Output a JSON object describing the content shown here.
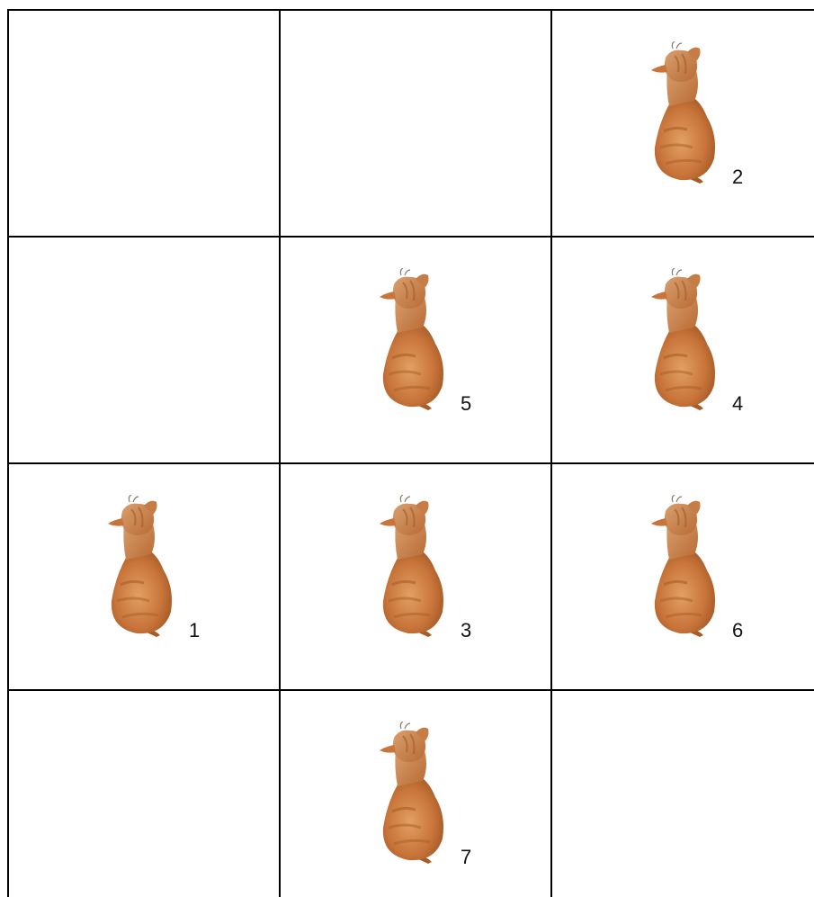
{
  "grid": {
    "rows": [
      [
        {
          "label": null
        },
        {
          "label": null
        },
        {
          "label": "2",
          "icon": "cat-icon"
        }
      ],
      [
        {
          "label": null
        },
        {
          "label": "5",
          "icon": "cat-icon"
        },
        {
          "label": "4",
          "icon": "cat-icon"
        }
      ],
      [
        {
          "label": "1",
          "icon": "cat-icon"
        },
        {
          "label": "3",
          "icon": "cat-icon"
        },
        {
          "label": "6",
          "icon": "cat-icon"
        }
      ],
      [
        {
          "label": null
        },
        {
          "label": "7",
          "icon": "cat-icon"
        },
        {
          "label": null
        }
      ]
    ]
  },
  "colors": {
    "cat_fur": "#c8743a",
    "cat_dark": "#9a5220",
    "cat_light": "#e6a46a",
    "grid_line": "#000000"
  }
}
